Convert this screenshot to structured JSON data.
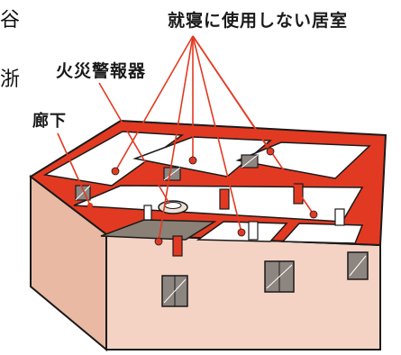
{
  "labels": {
    "bedroom_unused": "就寝に使用しない居室",
    "smoke_alarm": "火災警報器",
    "hallway": "廊下"
  },
  "edge_fragments": [
    "谷",
    "浙"
  ],
  "colors": {
    "red": "#e23a22",
    "wall_pink": "#f4d3c4",
    "wall_side": "#e9b9a3",
    "room_floor": "#ffffff",
    "shadow_floor": "#8a8076",
    "window_fill": "#8d8580",
    "outline": "#1a1a1a"
  }
}
